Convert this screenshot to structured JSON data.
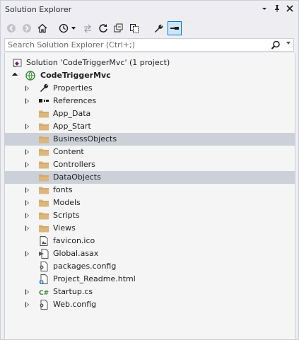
{
  "window": {
    "title": "Solution Explorer"
  },
  "search": {
    "placeholder": "Search Solution Explorer (Ctrl+;)"
  },
  "tree": {
    "solution": "Solution 'CodeTriggerMvc' (1 project)",
    "project": "CodeTriggerMvc",
    "items": [
      {
        "label": "Properties",
        "icon": "wrench-icon",
        "expandable": true,
        "selected": false
      },
      {
        "label": "References",
        "icon": "references-icon",
        "expandable": true,
        "selected": false
      },
      {
        "label": "App_Data",
        "icon": "folder-icon",
        "expandable": false,
        "selected": false
      },
      {
        "label": "App_Start",
        "icon": "folder-icon",
        "expandable": true,
        "selected": false
      },
      {
        "label": "BusinessObjects",
        "icon": "folder-icon",
        "expandable": false,
        "selected": true
      },
      {
        "label": "Content",
        "icon": "folder-icon",
        "expandable": true,
        "selected": false
      },
      {
        "label": "Controllers",
        "icon": "folder-icon",
        "expandable": true,
        "selected": false
      },
      {
        "label": "DataObjects",
        "icon": "folder-icon",
        "expandable": false,
        "selected": true
      },
      {
        "label": "fonts",
        "icon": "folder-icon",
        "expandable": true,
        "selected": false
      },
      {
        "label": "Models",
        "icon": "folder-icon",
        "expandable": true,
        "selected": false
      },
      {
        "label": "Scripts",
        "icon": "folder-icon",
        "expandable": true,
        "selected": false
      },
      {
        "label": "Views",
        "icon": "folder-icon",
        "expandable": true,
        "selected": false
      },
      {
        "label": "favicon.ico",
        "icon": "image-file-icon",
        "expandable": false,
        "selected": false
      },
      {
        "label": "Global.asax",
        "icon": "asax-file-icon",
        "expandable": true,
        "selected": false
      },
      {
        "label": "packages.config",
        "icon": "config-file-icon",
        "expandable": false,
        "selected": false
      },
      {
        "label": "Project_Readme.html",
        "icon": "html-file-icon",
        "expandable": false,
        "selected": false
      },
      {
        "label": "Startup.cs",
        "icon": "csharp-file-icon",
        "expandable": true,
        "selected": false,
        "icon_text": "C#"
      },
      {
        "label": "Web.config",
        "icon": "config-file-icon",
        "expandable": true,
        "selected": false
      }
    ]
  },
  "colors": {
    "accent": "#007acc",
    "folder": "#dcb67a",
    "selection": "#ccd0d8",
    "csharp": "#388a34"
  }
}
